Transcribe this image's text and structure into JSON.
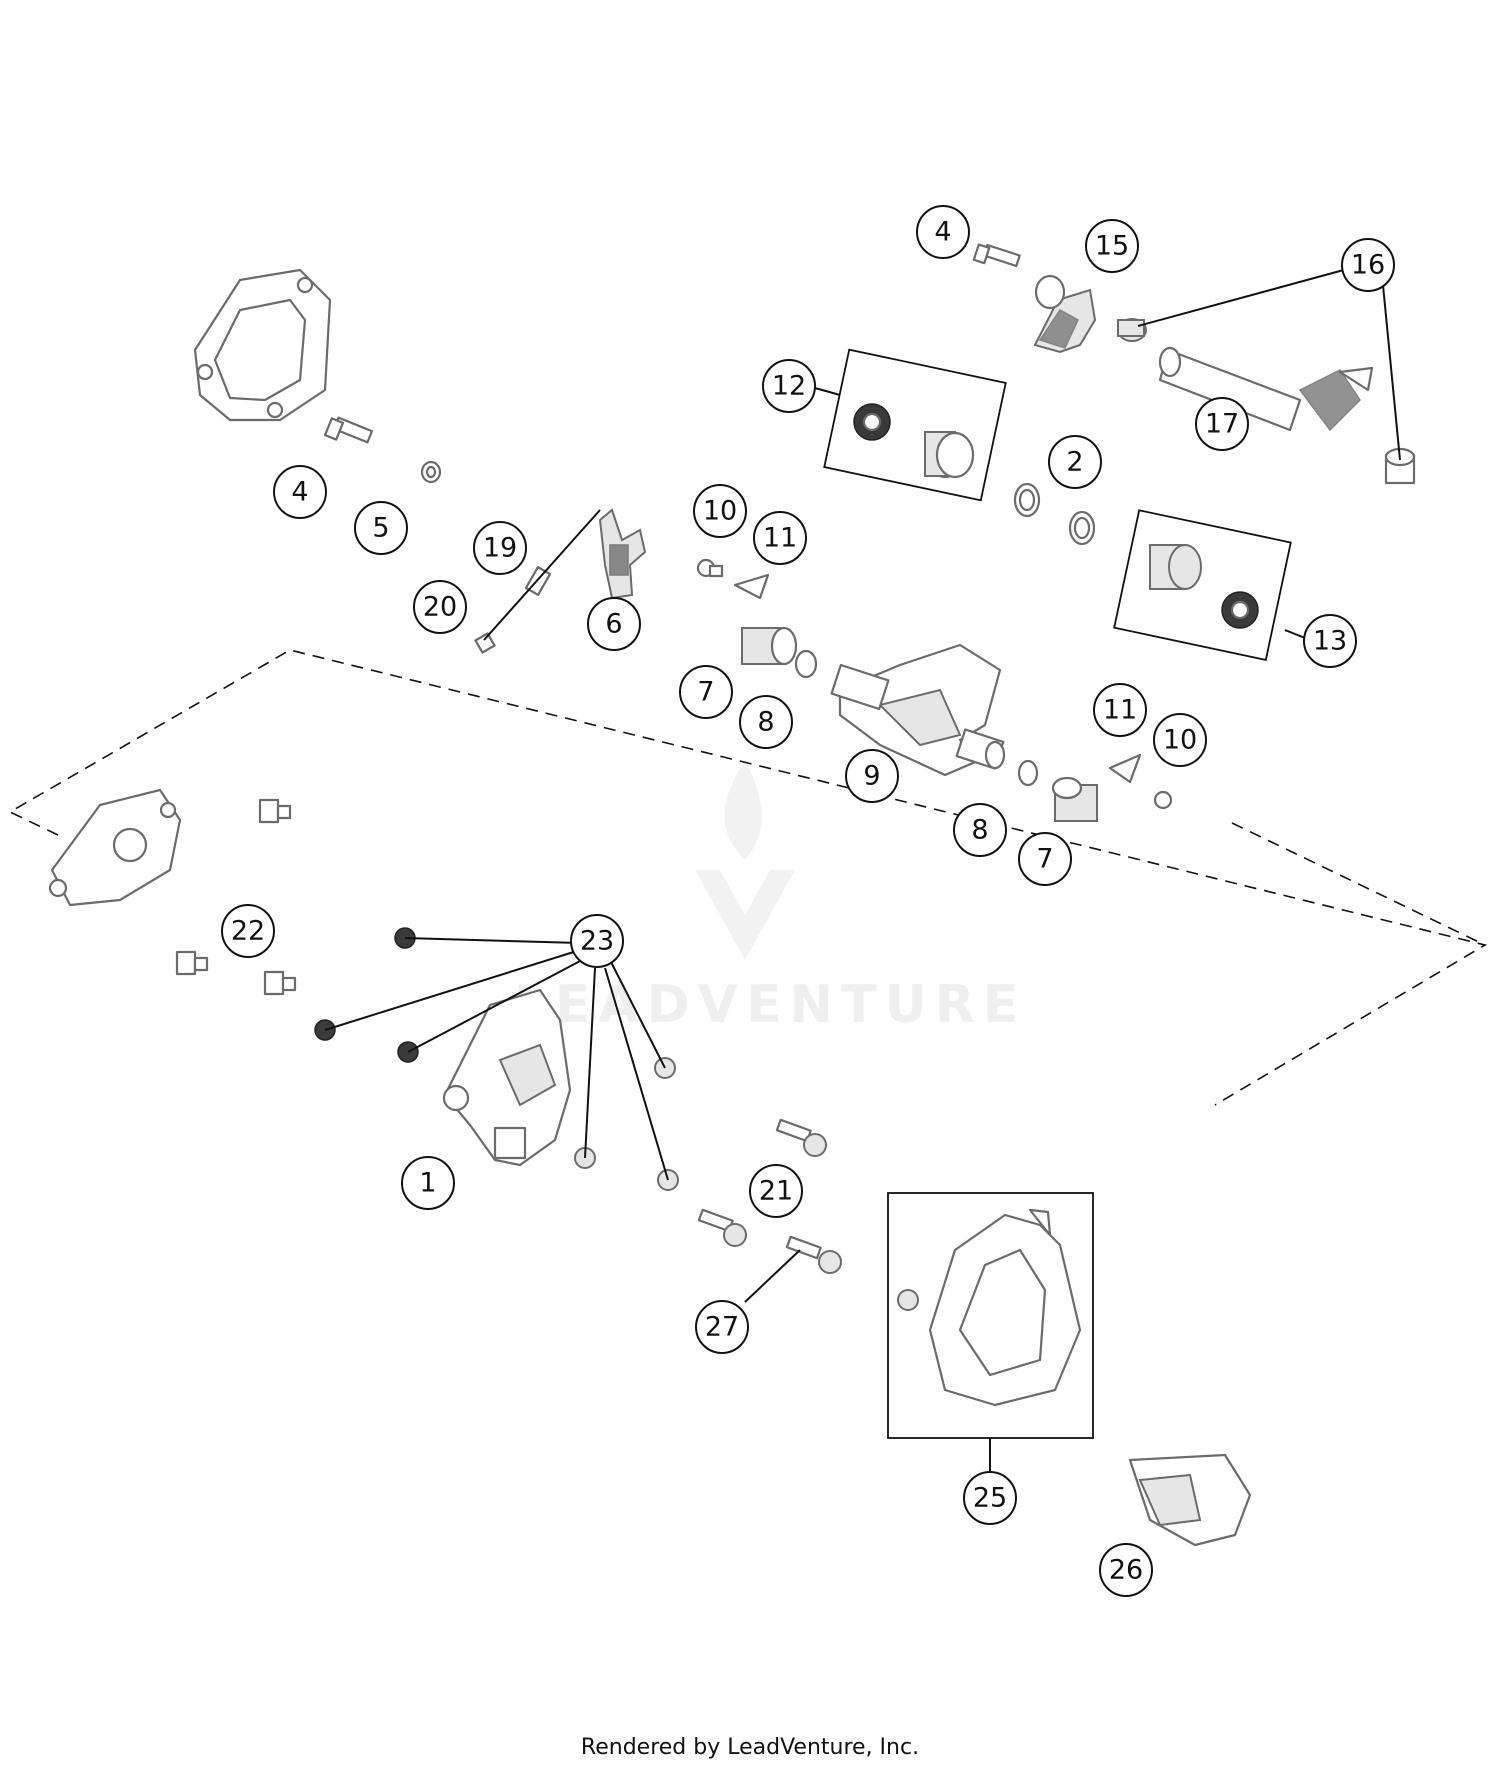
{
  "callouts": [
    {
      "id": "c1",
      "label": "1"
    },
    {
      "id": "c2",
      "label": "2"
    },
    {
      "id": "c4a",
      "label": "4"
    },
    {
      "id": "c4b",
      "label": "4"
    },
    {
      "id": "c5",
      "label": "5"
    },
    {
      "id": "c6",
      "label": "6"
    },
    {
      "id": "c7a",
      "label": "7"
    },
    {
      "id": "c7b",
      "label": "7"
    },
    {
      "id": "c8a",
      "label": "8"
    },
    {
      "id": "c8b",
      "label": "8"
    },
    {
      "id": "c9",
      "label": "9"
    },
    {
      "id": "c10a",
      "label": "10"
    },
    {
      "id": "c10b",
      "label": "10"
    },
    {
      "id": "c11a",
      "label": "11"
    },
    {
      "id": "c11b",
      "label": "11"
    },
    {
      "id": "c12",
      "label": "12"
    },
    {
      "id": "c13",
      "label": "13"
    },
    {
      "id": "c15",
      "label": "15"
    },
    {
      "id": "c16",
      "label": "16"
    },
    {
      "id": "c17",
      "label": "17"
    },
    {
      "id": "c19",
      "label": "19"
    },
    {
      "id": "c20",
      "label": "20"
    },
    {
      "id": "c21",
      "label": "21"
    },
    {
      "id": "c22",
      "label": "22"
    },
    {
      "id": "c23",
      "label": "23"
    },
    {
      "id": "c25",
      "label": "25"
    },
    {
      "id": "c26",
      "label": "26"
    },
    {
      "id": "c27",
      "label": "27"
    }
  ],
  "watermark": "LEADVENTURE",
  "credit": "Rendered by LeadVenture, Inc."
}
